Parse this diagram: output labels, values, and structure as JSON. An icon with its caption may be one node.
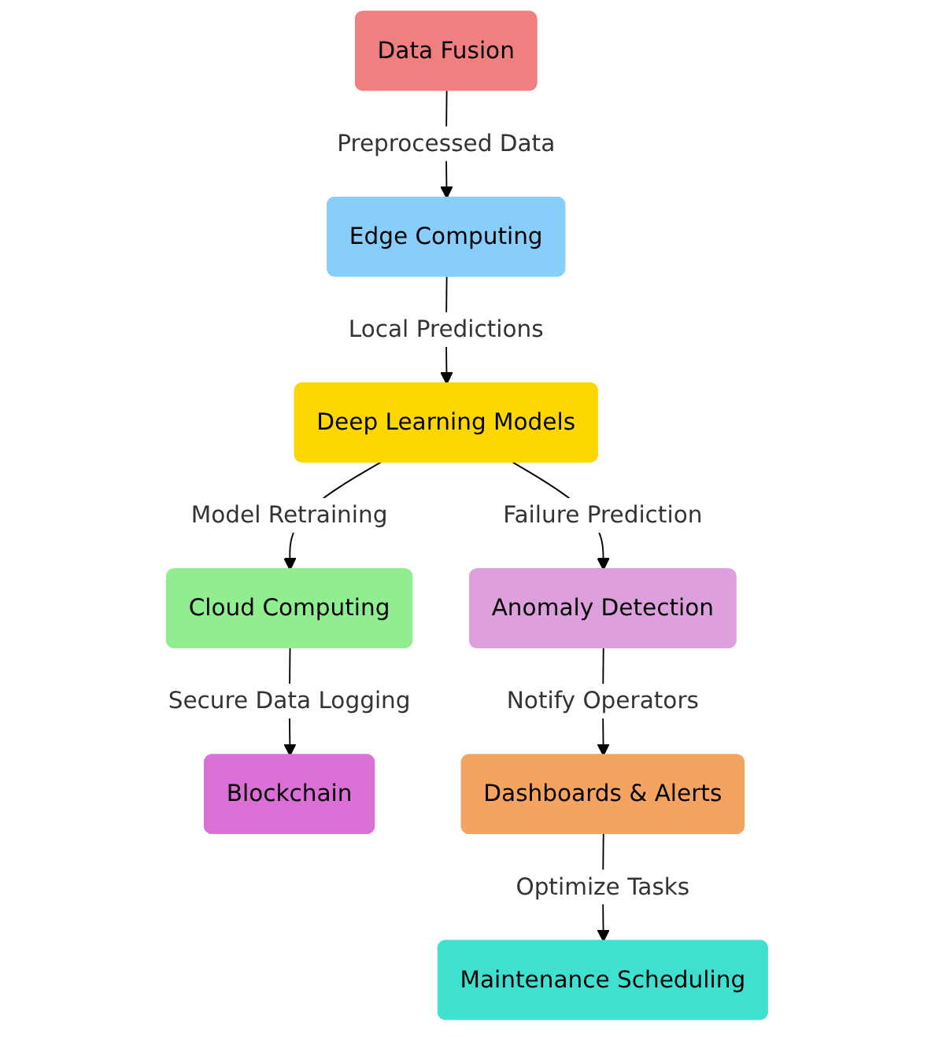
{
  "diagram": {
    "nodes": [
      {
        "text": [
          "Data Fusion"
        ]
      },
      {
        "text": [
          "Edge Computing"
        ]
      },
      {
        "text": [
          "Deep Learning Models"
        ]
      },
      {
        "text": [
          "Cloud Computing"
        ]
      },
      {
        "text": [
          "Anomaly Detection"
        ]
      },
      {
        "text": [
          "Blockchain"
        ]
      },
      {
        "text": [
          "Dashboards & Alerts"
        ]
      },
      {
        "text": [
          "Maintenance Scheduling"
        ]
      }
    ],
    "edges": [
      {
        "from": 0,
        "to": 1,
        "arrow": "to",
        "label": "Preprocessed Data"
      },
      {
        "from": 1,
        "to": 2,
        "arrow": "to",
        "label": "Local Predictions"
      },
      {
        "from": 2,
        "to": 3,
        "arrow": "to",
        "label": "Model Retraining"
      },
      {
        "from": 2,
        "to": 4,
        "arrow": "to",
        "label": "Failure Prediction"
      },
      {
        "from": 3,
        "to": 5,
        "arrow": "to",
        "label": "Secure Data Logging"
      },
      {
        "from": 4,
        "to": 6,
        "arrow": "to",
        "label": "Notify Operators"
      },
      {
        "from": 6,
        "to": 7,
        "arrow": "to",
        "label": "Optimize Tasks"
      }
    ]
  }
}
